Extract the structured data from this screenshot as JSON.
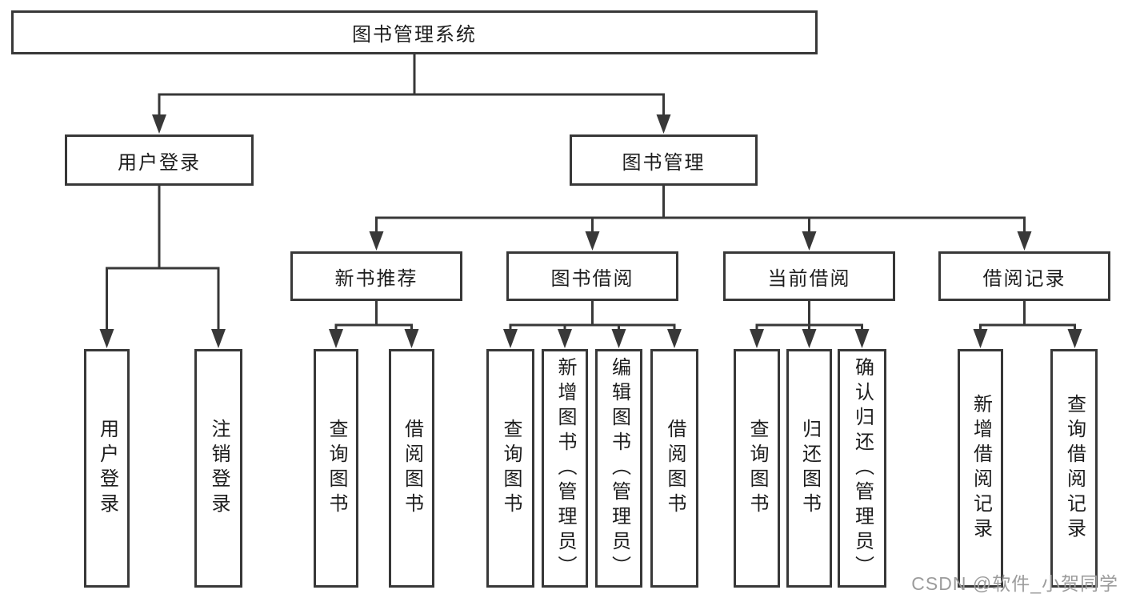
{
  "diagram": {
    "root": {
      "label": "图书管理系统"
    },
    "level2": [
      {
        "label": "用户登录"
      },
      {
        "label": "图书管理"
      }
    ],
    "level3": [
      {
        "label": "新书推荐"
      },
      {
        "label": "图书借阅"
      },
      {
        "label": "当前借阅"
      },
      {
        "label": "借阅记录"
      }
    ],
    "leaves": [
      {
        "label": "用户登录"
      },
      {
        "label": "注销登录"
      },
      {
        "label": "查询图书"
      },
      {
        "label": "借阅图书"
      },
      {
        "label": "查询图书"
      },
      {
        "label": "新增图书（管理员）"
      },
      {
        "label": "编辑图书（管理员）"
      },
      {
        "label": "借阅图书"
      },
      {
        "label": "查询图书"
      },
      {
        "label": "归还图书"
      },
      {
        "label": "确认归还（管理员）"
      },
      {
        "label": "新增借阅记录"
      },
      {
        "label": "查询借阅记录"
      }
    ],
    "line_color": "#383838"
  },
  "watermark": {
    "text": "CSDN @软件_小贺同学",
    "color": "#9c9c9c"
  }
}
